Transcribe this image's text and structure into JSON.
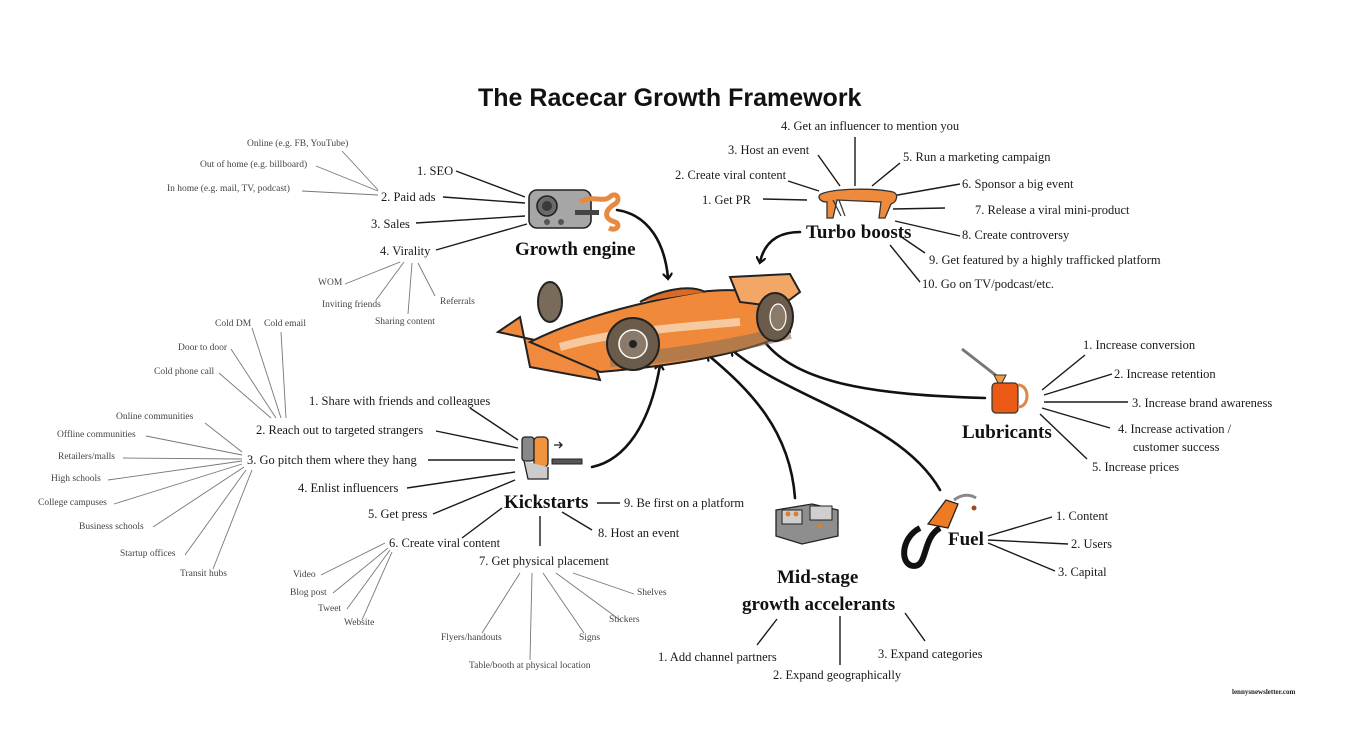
{
  "title": "The Racecar Growth Framework",
  "credit": "lennysnewsletter.com",
  "colors": {
    "accent_orange": "#e8792e",
    "light_orange": "#f3b27a",
    "engine_gray": "#9a9a9a",
    "text": "#1a1a1a"
  },
  "growth_engine": {
    "label": "Growth engine",
    "icon": "engine-icon",
    "items": [
      {
        "label": "1. SEO"
      },
      {
        "label": "2. Paid ads",
        "subitems": [
          "Online (e.g. FB, YouTube)",
          "Out of home (e.g. billboard)",
          "In home (e.g. mail, TV, podcast)"
        ]
      },
      {
        "label": "3. Sales"
      },
      {
        "label": "4. Virality",
        "subitems": [
          "WOM",
          "Inviting friends",
          "Sharing content",
          "Referrals"
        ]
      }
    ]
  },
  "turbo_boosts": {
    "label": "Turbo boosts",
    "icon": "rear-wing-icon",
    "items": [
      "1. Get PR",
      "2. Create viral content",
      "3. Host an event",
      "4. Get an influencer to mention you",
      "5. Run a marketing campaign",
      "6. Sponsor a big event",
      "7. Release a viral mini-product",
      "8. Create controversy",
      "9. Get featured by a highly trafficked platform",
      "10. Go on TV/podcast/etc."
    ]
  },
  "kickstarts": {
    "label": "Kickstarts",
    "icon": "starter-icon",
    "items": [
      {
        "label": "1. Share with friends and colleagues"
      },
      {
        "label": "2. Reach out to targeted strangers",
        "subitems": [
          "Cold DM",
          "Cold email",
          "Door to door",
          "Cold phone call"
        ]
      },
      {
        "label": "3. Go pitch them where they hang",
        "subitems": [
          "Online communities",
          "Offline communities",
          "Retailers/malls",
          "High schools",
          "College campuses",
          "Business schools",
          "Startup offices",
          "Transit hubs"
        ]
      },
      {
        "label": "4. Enlist influencers"
      },
      {
        "label": "5. Get press"
      },
      {
        "label": "6. Create viral content",
        "subitems": [
          "Video",
          "Blog post",
          "Tweet",
          "Website"
        ]
      },
      {
        "label": "7. Get physical placement",
        "subitems": [
          "Shelves",
          "Stickers",
          "Signs",
          "Flyers/handouts",
          "Table/booth at physical location"
        ]
      },
      {
        "label": "8. Host an event"
      },
      {
        "label": "9. Be first on a platform"
      }
    ]
  },
  "lubricants": {
    "label": "Lubricants",
    "icon": "oil-can-icon",
    "items": [
      "1. Increase conversion",
      "2. Increase retention",
      "3. Increase brand awareness",
      "4. Increase activation /",
      "customer success",
      "5. Increase prices"
    ]
  },
  "fuel": {
    "label": "Fuel",
    "icon": "fuel-nozzle-icon",
    "items": [
      "1. Content",
      "2. Users",
      "3. Capital"
    ]
  },
  "mid_stage": {
    "label_line1": "Mid-stage",
    "label_line2": "growth accelerants",
    "icon": "battery-icon",
    "items": [
      "1. Add channel partners",
      "2. Expand geographically",
      "3. Expand categories"
    ]
  },
  "center": {
    "icon": "racecar-icon"
  }
}
